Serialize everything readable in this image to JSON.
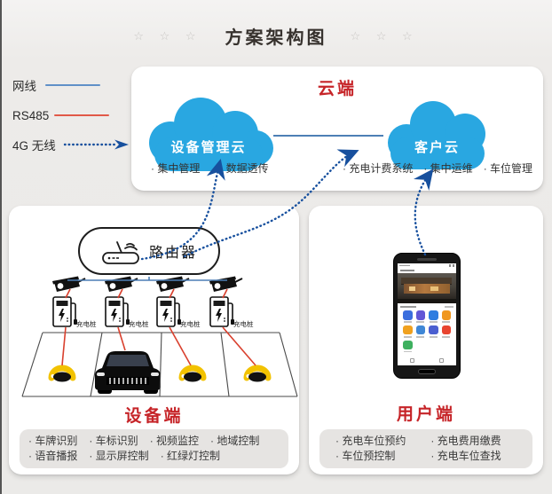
{
  "title": {
    "stars": "☆ ☆ ☆",
    "text": "方案架构图"
  },
  "legend": {
    "items": [
      {
        "label": "网线",
        "line_style": "solid",
        "color": "#6090c8"
      },
      {
        "label": "RS485",
        "line_style": "solid",
        "color": "#e15948"
      },
      {
        "label": "4G 无线",
        "line_style": "dotted-arrow",
        "color": "#17509e"
      }
    ]
  },
  "cloud_panel": {
    "title": "云端",
    "left_cloud": {
      "label": "设备管理云",
      "features": [
        "· 集中管理",
        "· 数据透传"
      ]
    },
    "right_cloud": {
      "label": "客户云",
      "features": [
        "· 充电计费系统",
        "· 集中运维",
        "· 车位管理"
      ]
    }
  },
  "device_panel": {
    "title": "设备端",
    "router_label": "路由器",
    "charger_label": "充电桩",
    "features_rows": [
      [
        "· 车牌识别",
        "· 车标识别",
        "· 视频监控",
        "· 地域控制"
      ],
      [
        "· 语音播报",
        "· 显示屏控制",
        "· 红绿灯控制"
      ]
    ]
  },
  "user_panel": {
    "title": "用户端",
    "features_rows": [
      [
        "· 充电车位预约",
        "· 充电费用缴费"
      ],
      [
        "· 车位预控制",
        "· 充电车位查找"
      ]
    ],
    "phone": {
      "app_icons": [
        {
          "name": "app-icon-blue-1",
          "color": "#3a6ede"
        },
        {
          "name": "app-icon-purple",
          "color": "#6257d6"
        },
        {
          "name": "app-icon-blue-2",
          "color": "#2f7de0"
        },
        {
          "name": "app-icon-orange-1",
          "color": "#f0971f"
        },
        {
          "name": "app-icon-orange-2",
          "color": "#f0a11f"
        },
        {
          "name": "app-icon-blue-3",
          "color": "#3f87d6"
        },
        {
          "name": "app-icon-indigo",
          "color": "#4a5fd0"
        },
        {
          "name": "app-icon-red",
          "color": "#e8442f"
        },
        {
          "name": "app-icon-green",
          "color": "#3eb05f"
        }
      ]
    }
  },
  "colors": {
    "accent_red": "#c62428",
    "cloud_blue": "#29a7e1",
    "wire_blue": "#4d7fb5",
    "wire_red": "#d9402e",
    "dotted_navy": "#17509e",
    "lock_yellow": "#f2c200",
    "panel_bg": "#ffffff",
    "page_bg": "#ebeae8",
    "feature_box_bg": "#e6e4e2"
  }
}
